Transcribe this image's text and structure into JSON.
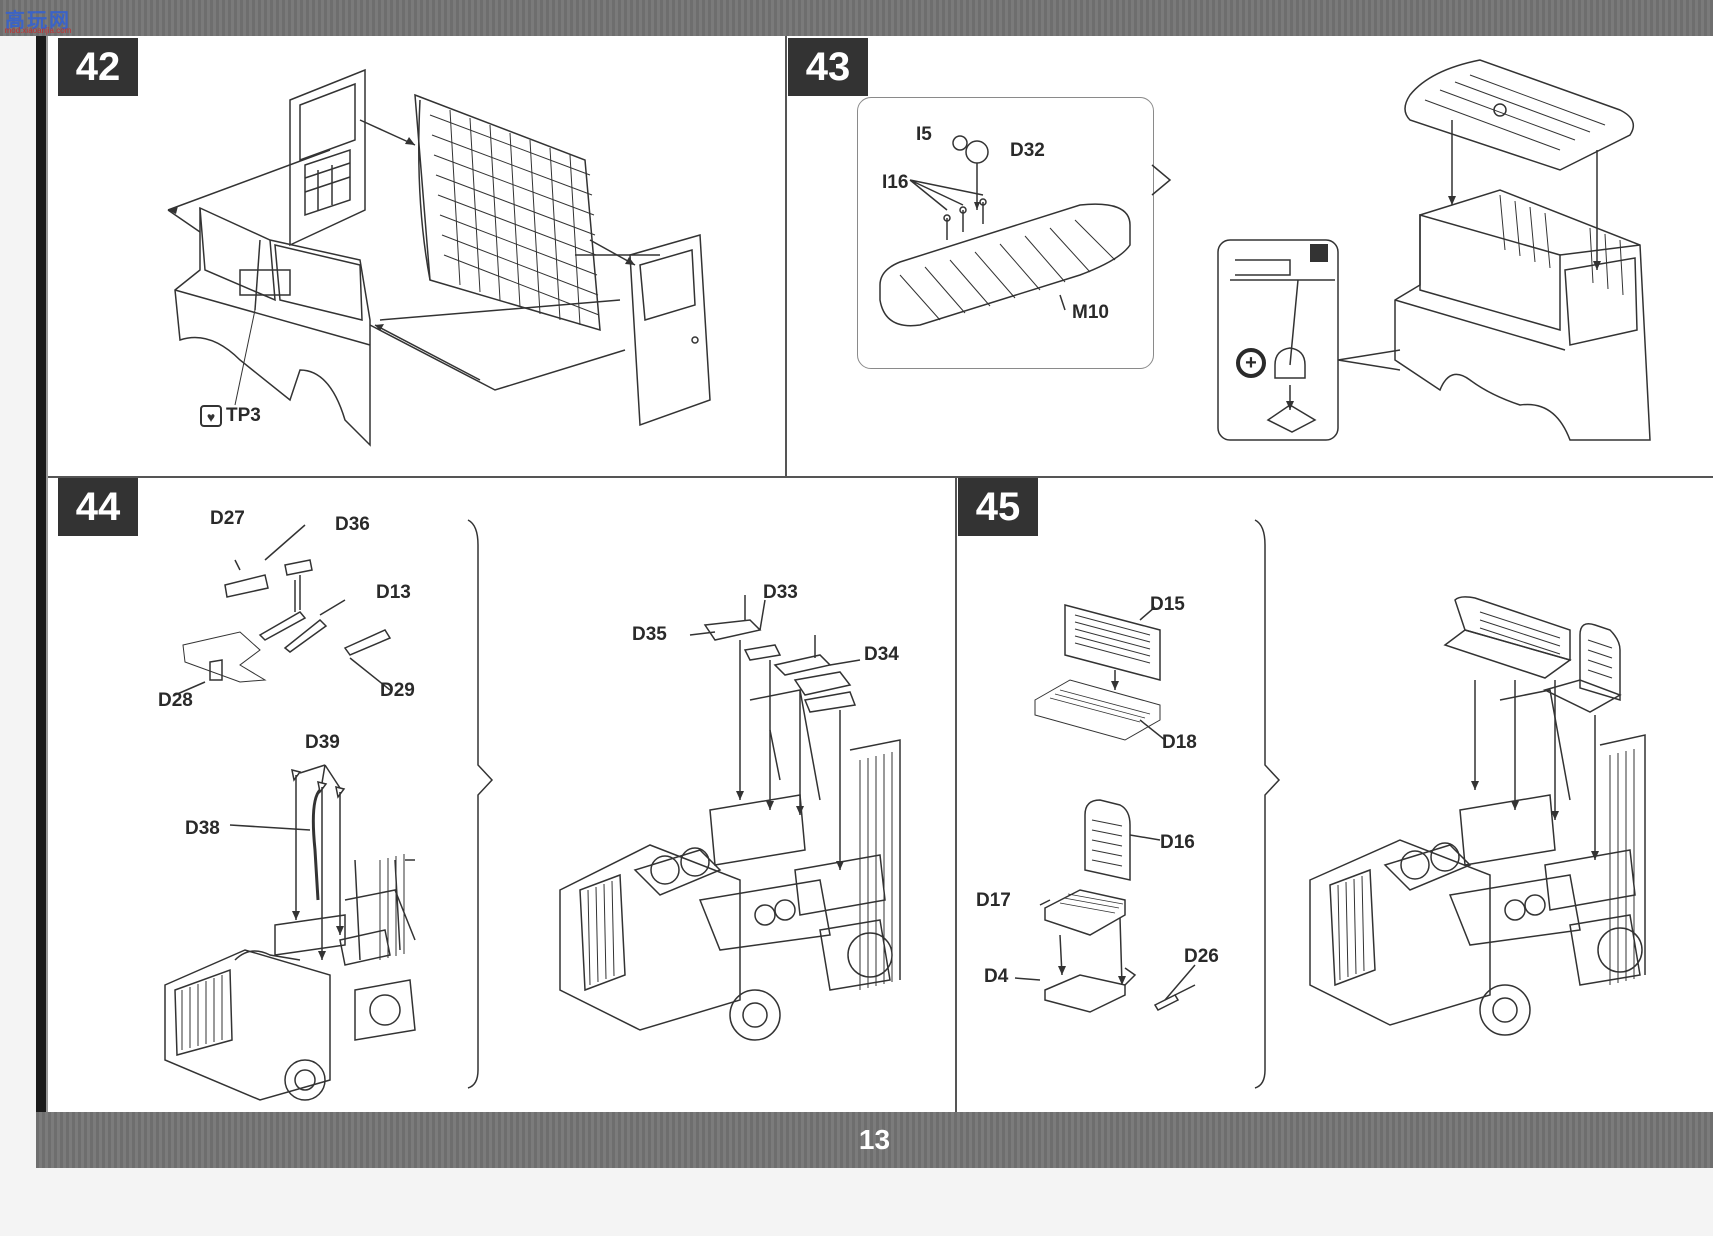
{
  "watermark": {
    "text": "高玩网",
    "sub": "mod.xiaoanjia.com"
  },
  "page_number": "13",
  "steps": [
    {
      "number": "42",
      "labels": {
        "tp3": "TP3"
      },
      "icons": [
        "glue-heart-icon"
      ]
    },
    {
      "number": "43",
      "labels": {
        "i5": "I5",
        "d32": "D32",
        "i16": "I16",
        "m10": "M10"
      },
      "icons": [
        "zoom-in-icon",
        "cement-tube-icon"
      ]
    },
    {
      "number": "44",
      "labels": {
        "d27": "D27",
        "d36": "D36",
        "d13": "D13",
        "d28": "D28",
        "d29": "D29",
        "d39": "D39",
        "d38": "D38",
        "d33": "D33",
        "d35": "D35",
        "d34": "D34"
      }
    },
    {
      "number": "45",
      "labels": {
        "d15": "D15",
        "d18": "D18",
        "d16": "D16",
        "d17": "D17",
        "d4": "D4",
        "d26": "D26"
      }
    }
  ]
}
